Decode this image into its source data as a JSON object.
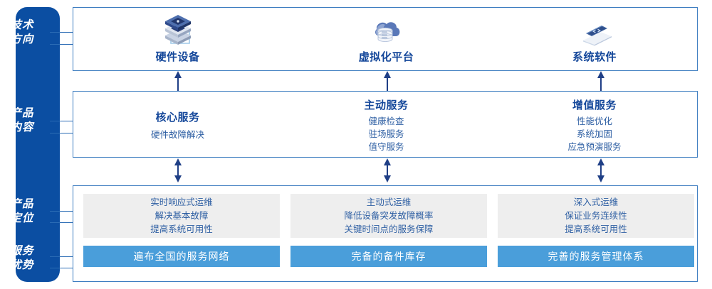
{
  "diagram": {
    "title_hidden": "",
    "colors": {
      "sidebar_blue": "#0b4ea2",
      "panel_border": "#3d7dc0",
      "heading_blue": "#14479a",
      "body_blue": "#2e5fa3",
      "grey_card": "#eeeeee",
      "bar_blue": "#4a9eda",
      "arrow_navy": "#1f3f86"
    }
  },
  "sidebar": {
    "items": [
      {
        "name": "tech-direction",
        "line1": "技术",
        "line2": "方向"
      },
      {
        "name": "product-content",
        "line1": "产品",
        "line2": "内容"
      },
      {
        "name": "product-positioning",
        "line1": "产品",
        "line2": "定位"
      },
      {
        "name": "service-advantage",
        "line1": "服务",
        "line2": "优势"
      }
    ]
  },
  "tech_row": {
    "columns": [
      {
        "icon": "server-stack-icon",
        "label": "硬件设备"
      },
      {
        "icon": "cloud-database-icon",
        "label": "虚拟化平台"
      },
      {
        "icon": "laptop-code-icon",
        "label": "系统软件"
      }
    ]
  },
  "content_row": {
    "columns": [
      {
        "title": "核心服务",
        "items": [
          "硬件故障解决"
        ]
      },
      {
        "title": "主动服务",
        "items": [
          "健康检查",
          "驻场服务",
          "值守服务"
        ]
      },
      {
        "title": "增值服务",
        "items": [
          "性能优化",
          "系统加固",
          "应急预演服务"
        ]
      }
    ]
  },
  "positioning_row": {
    "cards": [
      {
        "lines": [
          "实时响应式运维",
          "解决基本故障",
          "提高系统可用性"
        ]
      },
      {
        "lines": [
          "主动式运维",
          "降低设备突发故障概率",
          "关键时间点的服务保障"
        ]
      },
      {
        "lines": [
          "深入式运维",
          "保证业务连续性",
          "提高系统可用性"
        ]
      }
    ]
  },
  "advantage_row": {
    "bars": [
      {
        "label": "遍布全国的服务网络"
      },
      {
        "label": "完备的备件库存"
      },
      {
        "label": "完善的服务管理体系"
      }
    ]
  }
}
